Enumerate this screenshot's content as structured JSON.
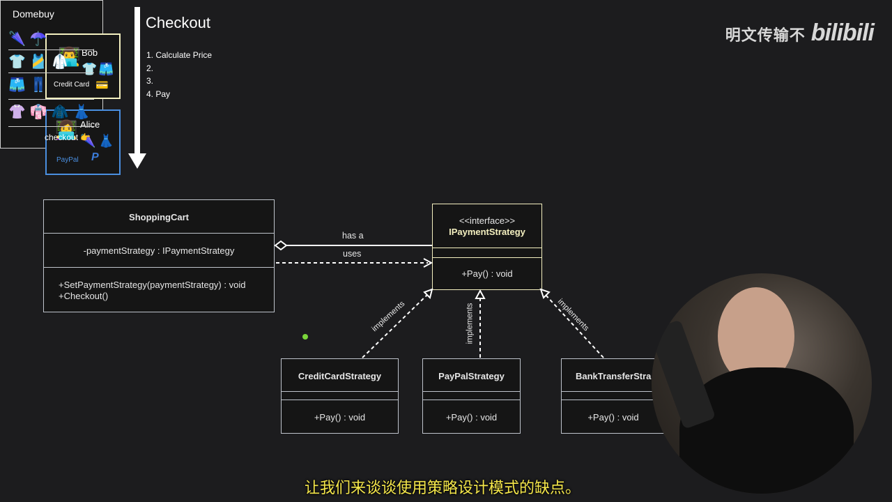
{
  "watermark": {
    "text": "明文传输不",
    "logo": "bilibili"
  },
  "subtitle": "让我们来谈谈使用策略设计模式的缺点。",
  "checkout": {
    "title": "Checkout",
    "steps": [
      "1. Calculate Price",
      "2.",
      "3.",
      "4. Pay"
    ]
  },
  "users": [
    {
      "name": "Bob",
      "payment": "Credit Card",
      "avatar_icon": "man-technologist-emoji",
      "item_icons": [
        "t-shirt",
        "shorts"
      ]
    },
    {
      "name": "Alice",
      "payment": "PayPal",
      "avatar_icon": "woman-technologist-emoji",
      "item_icons": [
        "umbrella",
        "dress"
      ]
    }
  ],
  "shop": {
    "title": "Domebuy",
    "checkout_label": "checkout",
    "rows": [
      [
        "umbrella",
        "open-umbrella"
      ],
      [
        "t-shirt",
        "tank-top",
        "jacket"
      ],
      [
        "shorts",
        "jeans"
      ],
      [
        "blouse",
        "kimono",
        "coat",
        "dress"
      ]
    ]
  },
  "uml": {
    "shopping_cart": {
      "name": "ShoppingCart",
      "attribute": "-paymentStrategy : IPaymentStrategy",
      "methods": [
        "+SetPaymentStrategy(paymentStrategy) : void",
        "+Checkout()"
      ]
    },
    "interface": {
      "stereotype": "<<interface>>",
      "name": "IPaymentStrategy",
      "method": "+Pay() : void"
    },
    "strategies": [
      {
        "name": "CreditCardStrategy",
        "method": "+Pay() : void"
      },
      {
        "name": "PayPalStrategy",
        "method": "+Pay() : void"
      },
      {
        "name": "BankTransferStra",
        "method": "+Pay() : void"
      }
    ],
    "relations": {
      "has_a": "has a",
      "uses": "uses",
      "implements": "implements"
    }
  },
  "colors": {
    "bob_border": "#f4f0c0",
    "alice_border": "#4a8fe0",
    "interface_border": "#f4f0c0",
    "subtitle": "#f4e64a"
  }
}
